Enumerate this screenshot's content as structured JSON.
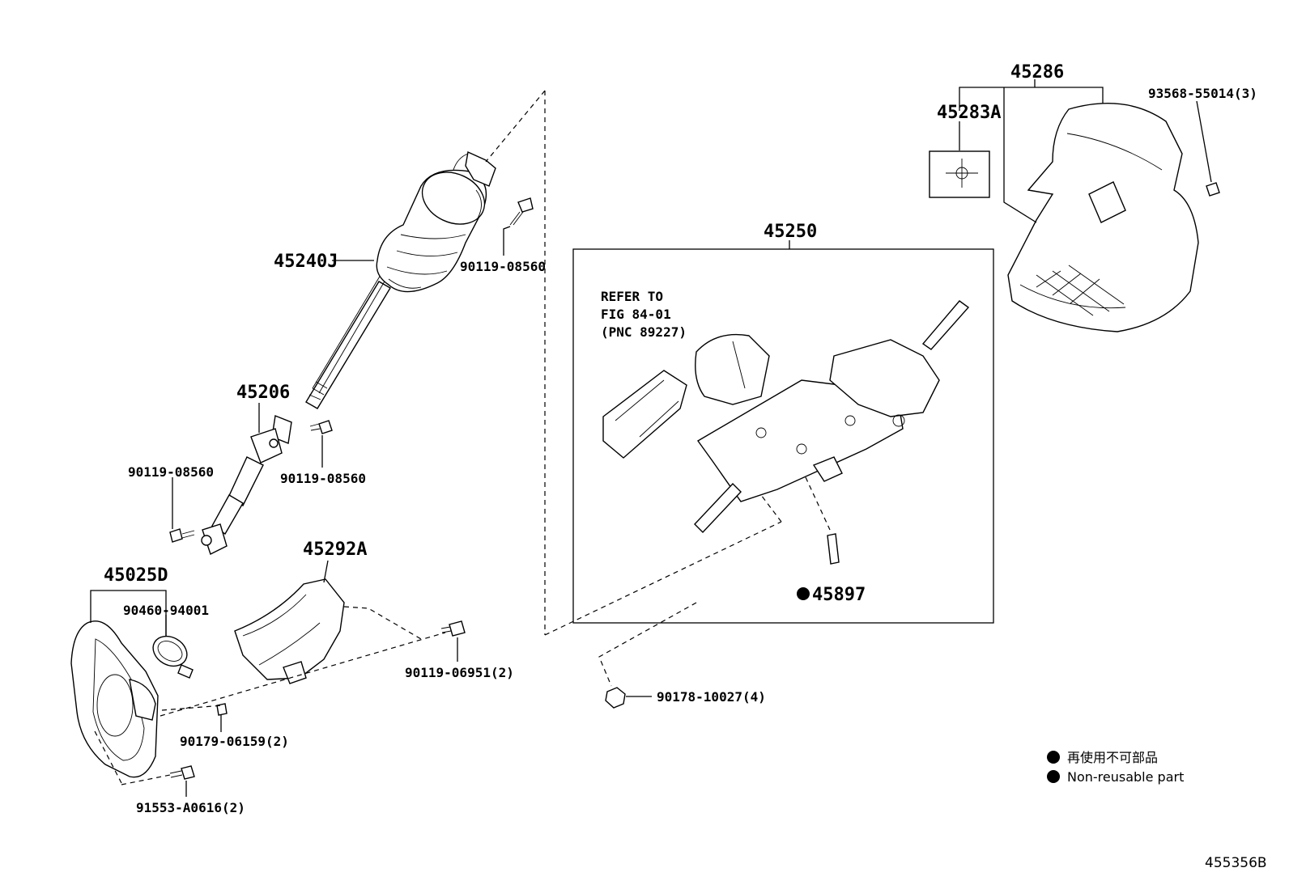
{
  "labels": {
    "p45240J": "45240J",
    "p90119_08560_top": "90119-08560",
    "p45206": "45206",
    "p90119_08560_left": "90119-08560",
    "p90119_08560_mid": "90119-08560",
    "p45025D": "45025D",
    "p90460_94001": "90460-94001",
    "p45292A": "45292A",
    "p90119_06951": "90119-06951(2)",
    "p90179_06159": "90179-06159(2)",
    "p91553_A0616": "91553-A0616(2)",
    "p45250": "45250",
    "refer_line1": "REFER TO",
    "refer_line2": "FIG 84-01",
    "refer_line3": "(PNC 89227)",
    "p45897": "45897",
    "p90178_10027": "90178-10027(4)",
    "p45286": "45286",
    "p45283A": "45283A",
    "p93568_55014": "93568-55014(3)"
  },
  "legend": {
    "jp": "再使用不可部品",
    "en": "Non-reusable part"
  },
  "figure_id": "455356B",
  "icons": {
    "nonreusable": "filled-circle-icon"
  }
}
